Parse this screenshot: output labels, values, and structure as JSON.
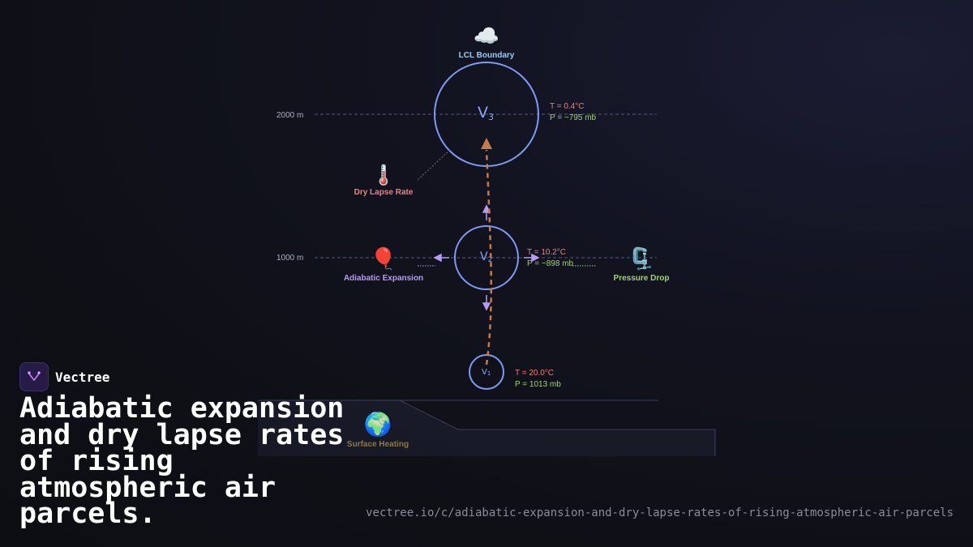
{
  "diagram": {
    "cloud_emoji": "☁️",
    "lcl_label": "LCL Boundary",
    "alt_2000": "2000 m",
    "alt_1000": "1000 m",
    "v3_text": "V",
    "v3_sub": "3",
    "v2_text": "V",
    "v2_sub": "2",
    "v1_text": "V",
    "v1_sub": "1",
    "v3_temp": "T = 0.4°C",
    "v3_pressure": "P = ~795 mb",
    "v2_temp": "T = 10.2°C",
    "v2_pressure": "P = ~898 mb",
    "v1_temp": "T = 20.0°C",
    "v1_pressure": "P = 1013 mb",
    "thermometer_emoji": "🌡️",
    "lapse_label": "Dry Lapse Rate",
    "balloon_emoji": "🎈",
    "expansion_label": "Adiabatic Expansion",
    "clamp_emoji": "🗜️",
    "pressure_label": "Pressure Drop",
    "earth_emoji": "🌍",
    "surface_label": "Surface Heating",
    "colors": {
      "circle": "#7f9cf5",
      "temp": "#f47d7d",
      "pressure": "#9fd36f",
      "path": "#c97a4c",
      "arrow": "#b39df7"
    }
  },
  "brand": {
    "name": "Vectree"
  },
  "title": "Adiabatic expansion\nand dry lapse rates\nof rising\natmospheric air\nparcels.",
  "url": "vectree.io/c/adiabatic-expansion-and-dry-lapse-rates-of-rising-atmospheric-air-parcels"
}
